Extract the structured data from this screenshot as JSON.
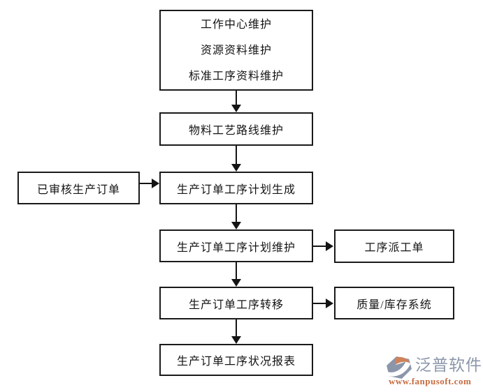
{
  "flowchart": {
    "description": "production order operation process flow",
    "main_nodes": {
      "master_data": {
        "lines": [
          "工作中心维护",
          "资源资料维护",
          "标准工序资料维护"
        ]
      },
      "routing": {
        "label": "物料工艺路线维护"
      },
      "plan_generate": {
        "label": "生产订单工序计划生成"
      },
      "plan_maintain": {
        "label": "生产订单工序计划维护"
      },
      "op_transfer": {
        "label": "生产订单工序转移"
      },
      "status_report": {
        "label": "生产订单工序状况报表"
      }
    },
    "side_nodes": {
      "approved_order": {
        "label": "已审核生产订单"
      },
      "dispatch_order": {
        "label": "工序派工单"
      },
      "quality_inventory": {
        "label": "质量/库存系统"
      }
    },
    "line_color": "#141414"
  },
  "logo": {
    "name": "泛普软件",
    "website": "www.fanpusoft.com",
    "name_color": "#8b96aa",
    "website_color": "#c66b3f",
    "icon_body_color": "#8b96aa",
    "icon_accent_color": "#d08259"
  }
}
